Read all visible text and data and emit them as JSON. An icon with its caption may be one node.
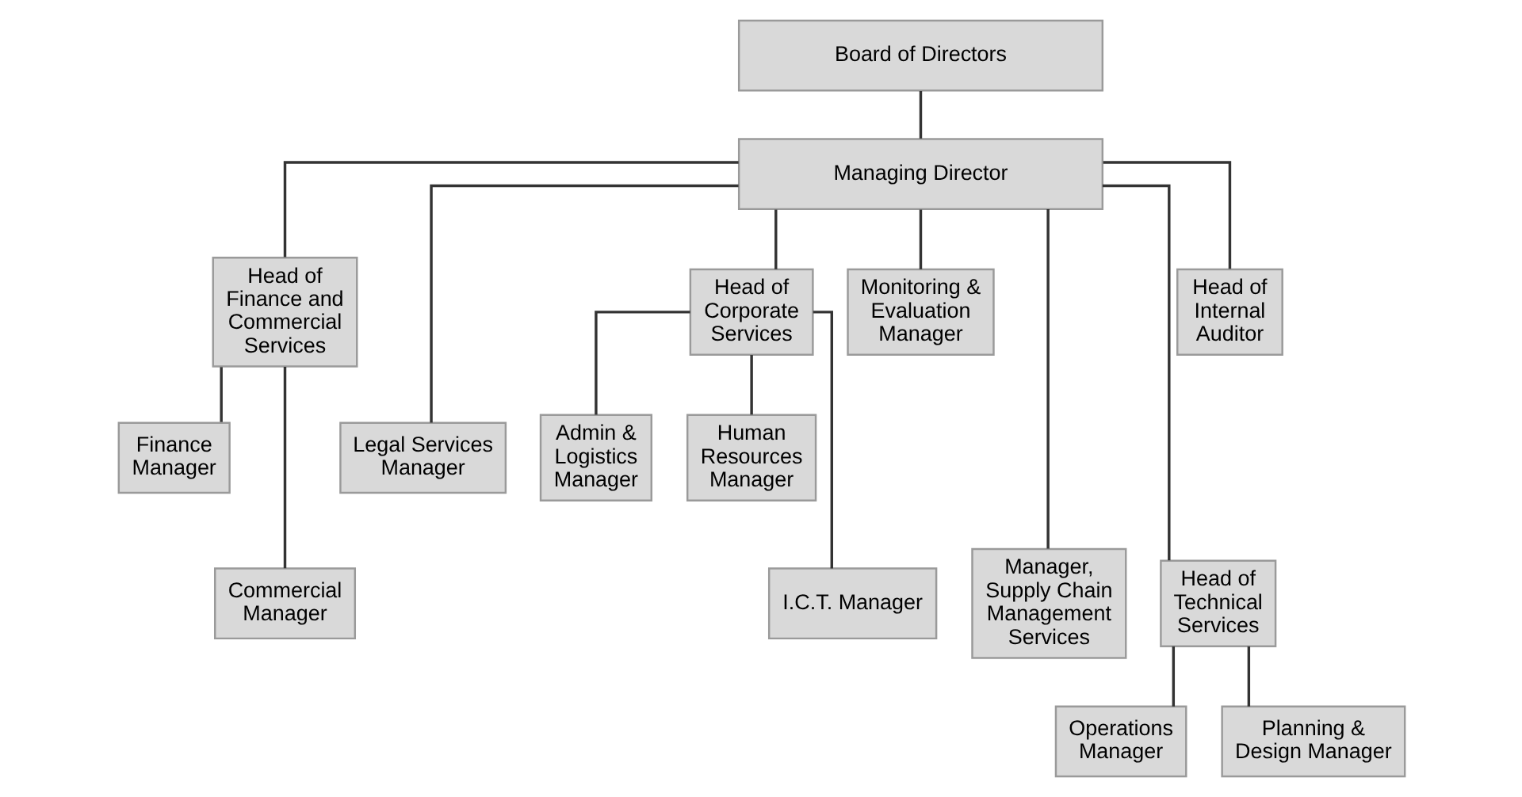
{
  "diagram": {
    "nodes": [
      {
        "text": [
          "Board of Directors"
        ]
      },
      {
        "text": [
          "Managing Director"
        ]
      },
      {
        "text": [
          "Head of Finance and Commercial Services"
        ]
      },
      {
        "text": [
          "Legal Services Manager"
        ]
      },
      {
        "text": [
          "Head of Corporate Services"
        ]
      },
      {
        "text": [
          "Monitoring & Evaluation Manager"
        ]
      },
      {
        "text": [
          "Manager, Supply Chain Management Services"
        ]
      },
      {
        "text": [
          "Head of Technical Services"
        ]
      },
      {
        "text": [
          "Head of Internal Auditor"
        ]
      },
      {
        "text": [
          "Finance Manager"
        ]
      },
      {
        "text": [
          "Commercial Manager"
        ]
      },
      {
        "text": [
          "Admin & Logistics Manager"
        ]
      },
      {
        "text": [
          "Human Resources Manager"
        ]
      },
      {
        "text": [
          "I.C.T. Manager"
        ]
      },
      {
        "text": [
          "Operations Manager"
        ]
      },
      {
        "text": [
          "Planning & Design Manager"
        ]
      }
    ],
    "edges": [
      {
        "from": 0,
        "to": 1,
        "arrow": "none"
      },
      {
        "from": 1,
        "to": 2,
        "arrow": "none"
      },
      {
        "from": 1,
        "to": 3,
        "arrow": "none"
      },
      {
        "from": 1,
        "to": 4,
        "arrow": "none"
      },
      {
        "from": 1,
        "to": 5,
        "arrow": "none"
      },
      {
        "from": 1,
        "to": 6,
        "arrow": "none"
      },
      {
        "from": 1,
        "to": 7,
        "arrow": "none"
      },
      {
        "from": 1,
        "to": 8,
        "arrow": "none"
      },
      {
        "from": 2,
        "to": 9,
        "arrow": "none"
      },
      {
        "from": 2,
        "to": 10,
        "arrow": "none"
      },
      {
        "from": 4,
        "to": 11,
        "arrow": "none"
      },
      {
        "from": 4,
        "to": 12,
        "arrow": "none"
      },
      {
        "from": 4,
        "to": 13,
        "arrow": "none"
      },
      {
        "from": 7,
        "to": 14,
        "arrow": "none"
      },
      {
        "from": 7,
        "to": 15,
        "arrow": "none"
      }
    ]
  }
}
